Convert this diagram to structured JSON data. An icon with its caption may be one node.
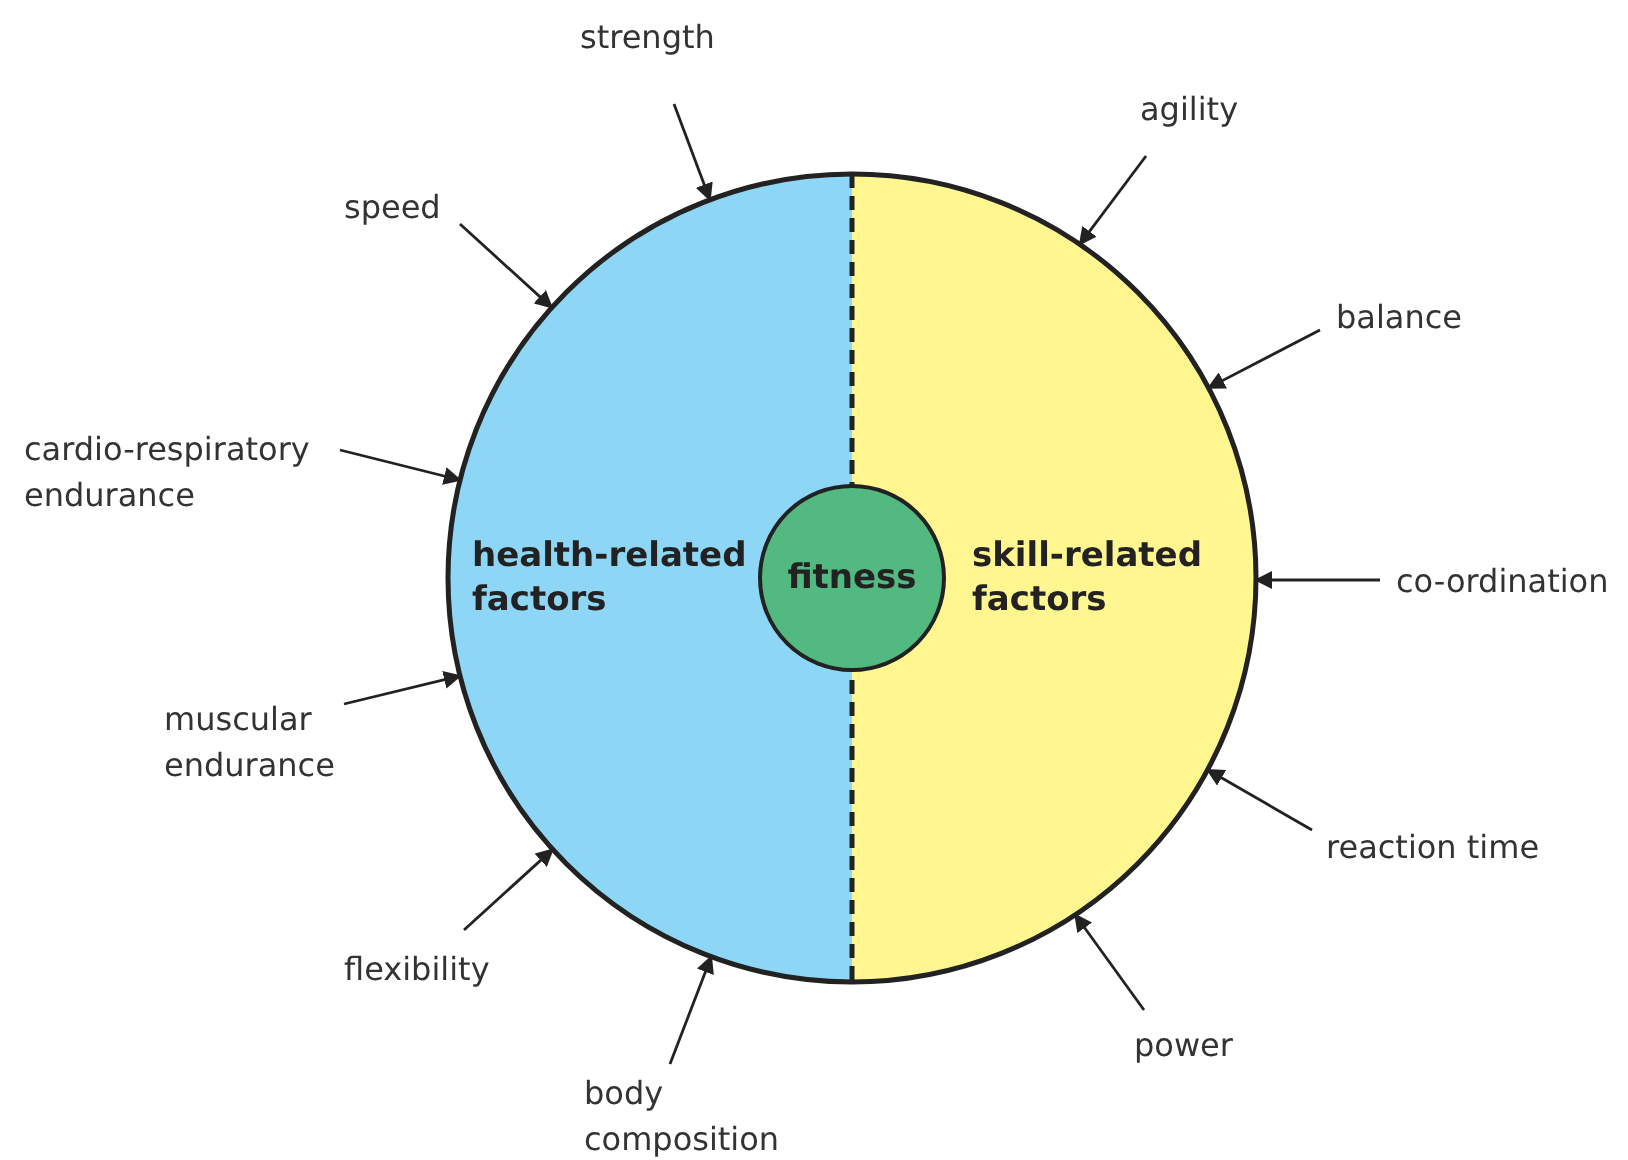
{
  "diagram": {
    "nodes": [
      {
        "text": [
          "health-related factors"
        ]
      },
      {
        "text": [
          "skill-related factors"
        ]
      },
      {
        "text": [
          "fitness"
        ]
      },
      {
        "text": [
          "strength"
        ]
      },
      {
        "text": [
          "speed"
        ]
      },
      {
        "text": [
          "cardio-respiratory endurance"
        ]
      },
      {
        "text": [
          "muscular endurance"
        ]
      },
      {
        "text": [
          "flexibility"
        ]
      },
      {
        "text": [
          "body composition"
        ]
      },
      {
        "text": [
          "agility"
        ]
      },
      {
        "text": [
          "balance"
        ]
      },
      {
        "text": [
          "co-ordination"
        ]
      },
      {
        "text": [
          "reaction time"
        ]
      },
      {
        "text": [
          "power"
        ]
      }
    ],
    "edges": [
      {
        "from": 3,
        "to": 0,
        "arrow": "to"
      },
      {
        "from": 4,
        "to": 0,
        "arrow": "to"
      },
      {
        "from": 5,
        "to": 0,
        "arrow": "to"
      },
      {
        "from": 6,
        "to": 0,
        "arrow": "to"
      },
      {
        "from": 7,
        "to": 0,
        "arrow": "to"
      },
      {
        "from": 8,
        "to": 0,
        "arrow": "to"
      },
      {
        "from": 9,
        "to": 1,
        "arrow": "to"
      },
      {
        "from": 10,
        "to": 1,
        "arrow": "to"
      },
      {
        "from": 11,
        "to": 1,
        "arrow": "to"
      },
      {
        "from": 12,
        "to": 1,
        "arrow": "to"
      },
      {
        "from": 13,
        "to": 1,
        "arrow": "to"
      }
    ]
  }
}
